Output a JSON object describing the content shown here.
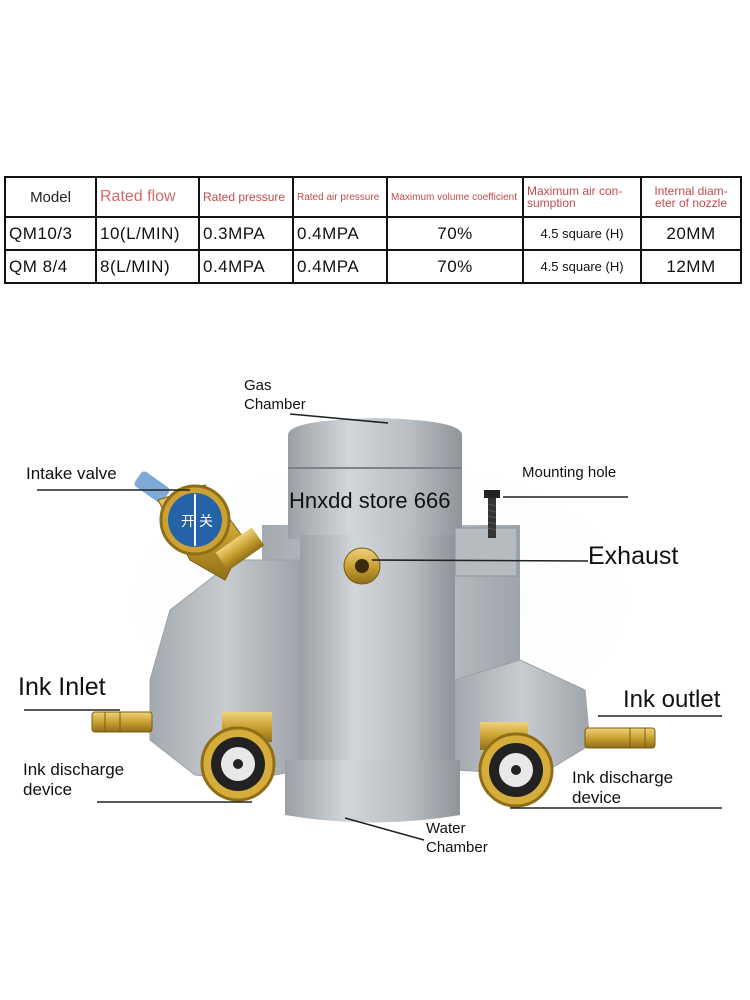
{
  "spec_table": {
    "headers": [
      "Model",
      "Rated flow",
      "Rated pressure",
      "Rated air pressure",
      "Maximum volume coefficient",
      "Maximum air con-\nsumption",
      "Internal diam-\neter of nozzle"
    ],
    "rows": [
      [
        "QM10/3",
        "10(L/MIN)",
        "0.3MPA",
        "0.4MPA",
        "70%",
        "4.5 square (H)",
        "20MM"
      ],
      [
        "QM 8/4",
        "8(L/MIN)",
        "0.4MPA",
        "0.4MPA",
        "70%",
        "4.5 square (H)",
        "12MM"
      ]
    ]
  },
  "labels": {
    "gas_chamber": "Gas\nChamber",
    "intake_valve": "Intake valve",
    "mounting_hole": "Mounting hole",
    "exhaust": "Exhaust",
    "ink_inlet": "Ink Inlet",
    "ink_outlet": "Ink outlet",
    "ink_discharge_left": "Ink discharge\ndevice",
    "ink_discharge_right": "Ink discharge\ndevice",
    "water_chamber": "Water\nChamber"
  },
  "watermark": "Hnxdd store 666",
  "valve_text": {
    "open": "开",
    "close": "关"
  },
  "colors": {
    "body_gray": "#b9bec2",
    "brass": "#c9a233",
    "valve_blue": "#2563a8",
    "header_red": "#c44b4b"
  }
}
